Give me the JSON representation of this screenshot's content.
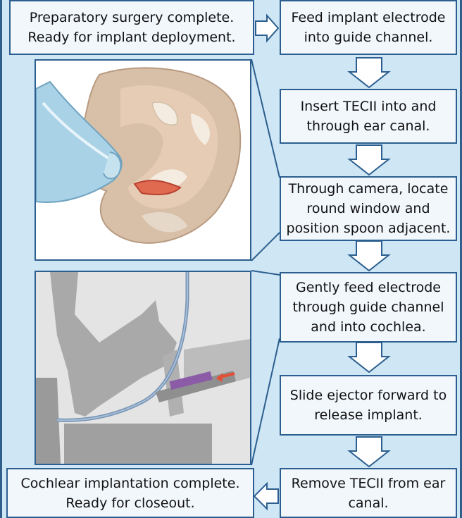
{
  "steps": {
    "s1": "Preparatory surgery complete.\nReady for implant deployment.",
    "s2": "Feed implant electrode\ninto guide channel.",
    "s3": "Insert TECII into and\nthrough ear canal.",
    "s4": "Through camera, locate\nround window and\nposition spoon adjacent.",
    "s5": "Gently feed electrode\nthrough guide channel\nand into cochlea.",
    "s6": "Slide ejector forward to\nrelease implant.",
    "s7": "Remove TECII from ear\ncanal.",
    "s8": "Cochlear implantation complete.\nReady for closeout."
  },
  "colors": {
    "background": "#cfe6f5",
    "box_fill": "#f2f7fc",
    "box_border": "#2c5f8f",
    "arrow_fill": "#ffffff",
    "arrow_stroke": "#2c5f8f"
  },
  "images": {
    "top": "ear-canal-illustration",
    "bottom": "cochlea-electrode-cross-section"
  }
}
